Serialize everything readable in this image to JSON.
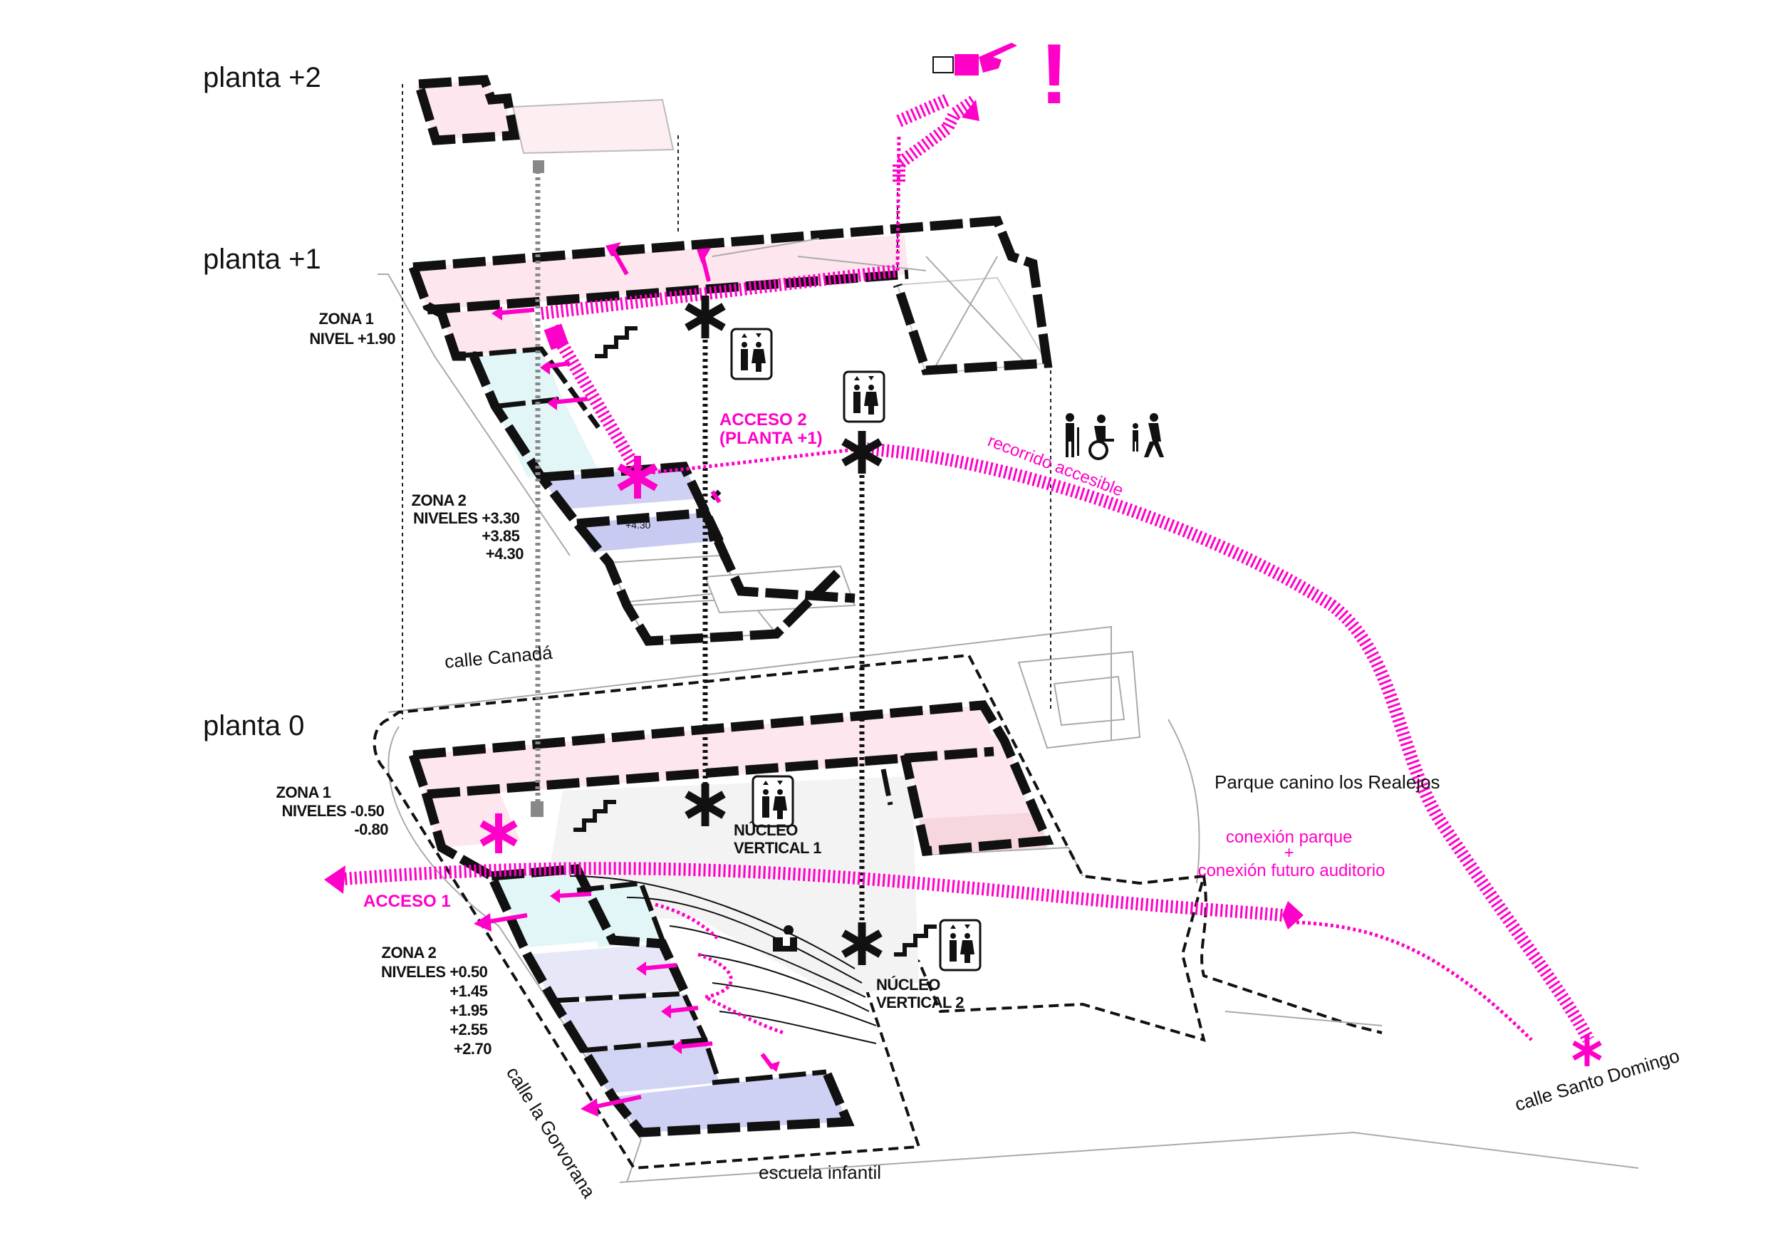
{
  "levels": {
    "p2": "planta +2",
    "p1": "planta +1",
    "p0": "planta 0"
  },
  "zones": {
    "p1_zone1": [
      "ZONA 1",
      "NIVEL +1.90"
    ],
    "p1_zone2": [
      "ZONA 2",
      "NIVELES +3.30",
      "+3.85",
      "+4.30"
    ],
    "p1_room_level": "+4.30",
    "p0_zone1": [
      "ZONA 1",
      "NIVELES -0.50",
      "-0.80"
    ],
    "p0_zone2": [
      "ZONA 2",
      "NIVELES +0.50",
      "+1.45",
      "+1.95",
      "+2.55",
      "+2.70"
    ]
  },
  "access": {
    "acceso2": [
      "ACCESO 2",
      "(PLANTA +1)"
    ],
    "acceso1": "ACCESO 1",
    "recorrido": "recorrido accesible",
    "conexion": [
      "conexión parque",
      "+",
      "conexión futuro auditorio"
    ],
    "exclamation": "!"
  },
  "cores": {
    "nucleo1": [
      "NÚCLEO",
      "VERTICAL 1"
    ],
    "nucleo2": [
      "NÚCLEO",
      "VERTICAL 2"
    ]
  },
  "streets": {
    "canada": "calle Canadá",
    "parque": "Parque canino los Realejos",
    "santo_domingo": "calle Santo Domingo",
    "gorvorana": "calle la Gorvorana",
    "escuela": "escuela infantil"
  },
  "colors": {
    "accent": "#ff00c8",
    "room_pink": "#fde6ee",
    "room_cyan": "#e2f6f8",
    "room_lilac": "#dfe0f7",
    "room_violet": "#cfd1f4"
  },
  "icons": [
    "elevator-icon",
    "stairs-icon",
    "asterisk-icon",
    "pedestrians-icon",
    "wheelchair-icon",
    "pointing-hand-icon"
  ]
}
